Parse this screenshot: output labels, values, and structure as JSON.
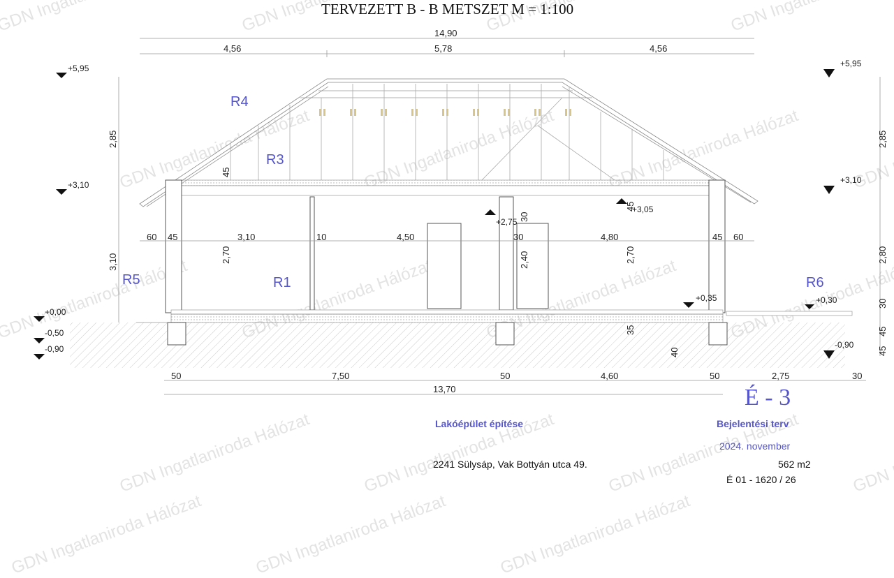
{
  "title": "TERVEZETT B - B METSZET  M = 1:100",
  "watermark": "GDN Ingatlaniroda Hálózat",
  "dimensions_top": {
    "total": "14,90",
    "left": "4,56",
    "middle": "5,78",
    "right": "4,56"
  },
  "dimensions_bottom": {
    "a": "50",
    "b": "7,50",
    "c": "50",
    "d": "4,60",
    "e": "50",
    "f": "2,75",
    "g": "30",
    "total": "13,70"
  },
  "dimensions_interior": [
    "60",
    "45",
    "3,10",
    "10",
    "4,50",
    "30",
    "4,80",
    "45",
    "60"
  ],
  "dimensions_vertical": {
    "roof": "2,85",
    "wall": "3,10",
    "h45": "45",
    "h270a": "2,70",
    "h240": "2,40",
    "h30": "30",
    "h270b": "2,70",
    "h45b": "45",
    "h35": "35",
    "h40": "40",
    "r285": "2,85",
    "r280": "2,80",
    "r30": "30",
    "r45a": "45",
    "r45b": "45"
  },
  "levels_left": [
    "+5,95",
    "+3,10",
    "+0,00",
    "-0,50",
    "-0,90"
  ],
  "levels_right": [
    "+5,95",
    "+3,10",
    "+0,30",
    "-0,90"
  ],
  "levels_inner": [
    "+2,75",
    "+3,05",
    "+0,35"
  ],
  "rooms": [
    "R4",
    "R3",
    "R5",
    "R1",
    "R6"
  ],
  "titleblock": {
    "sheet": "É - 3",
    "project": "Lakóépület építése",
    "plan_type": "Bejelentési terv",
    "date": "2024. november",
    "address": "2241 Sülysáp, Vak Bottyán utca 49.",
    "area": "562 m2",
    "id": "É 01 - 1620 / 26"
  },
  "colors": {
    "accent": "#5555cc",
    "timber": "#d9c48a"
  }
}
